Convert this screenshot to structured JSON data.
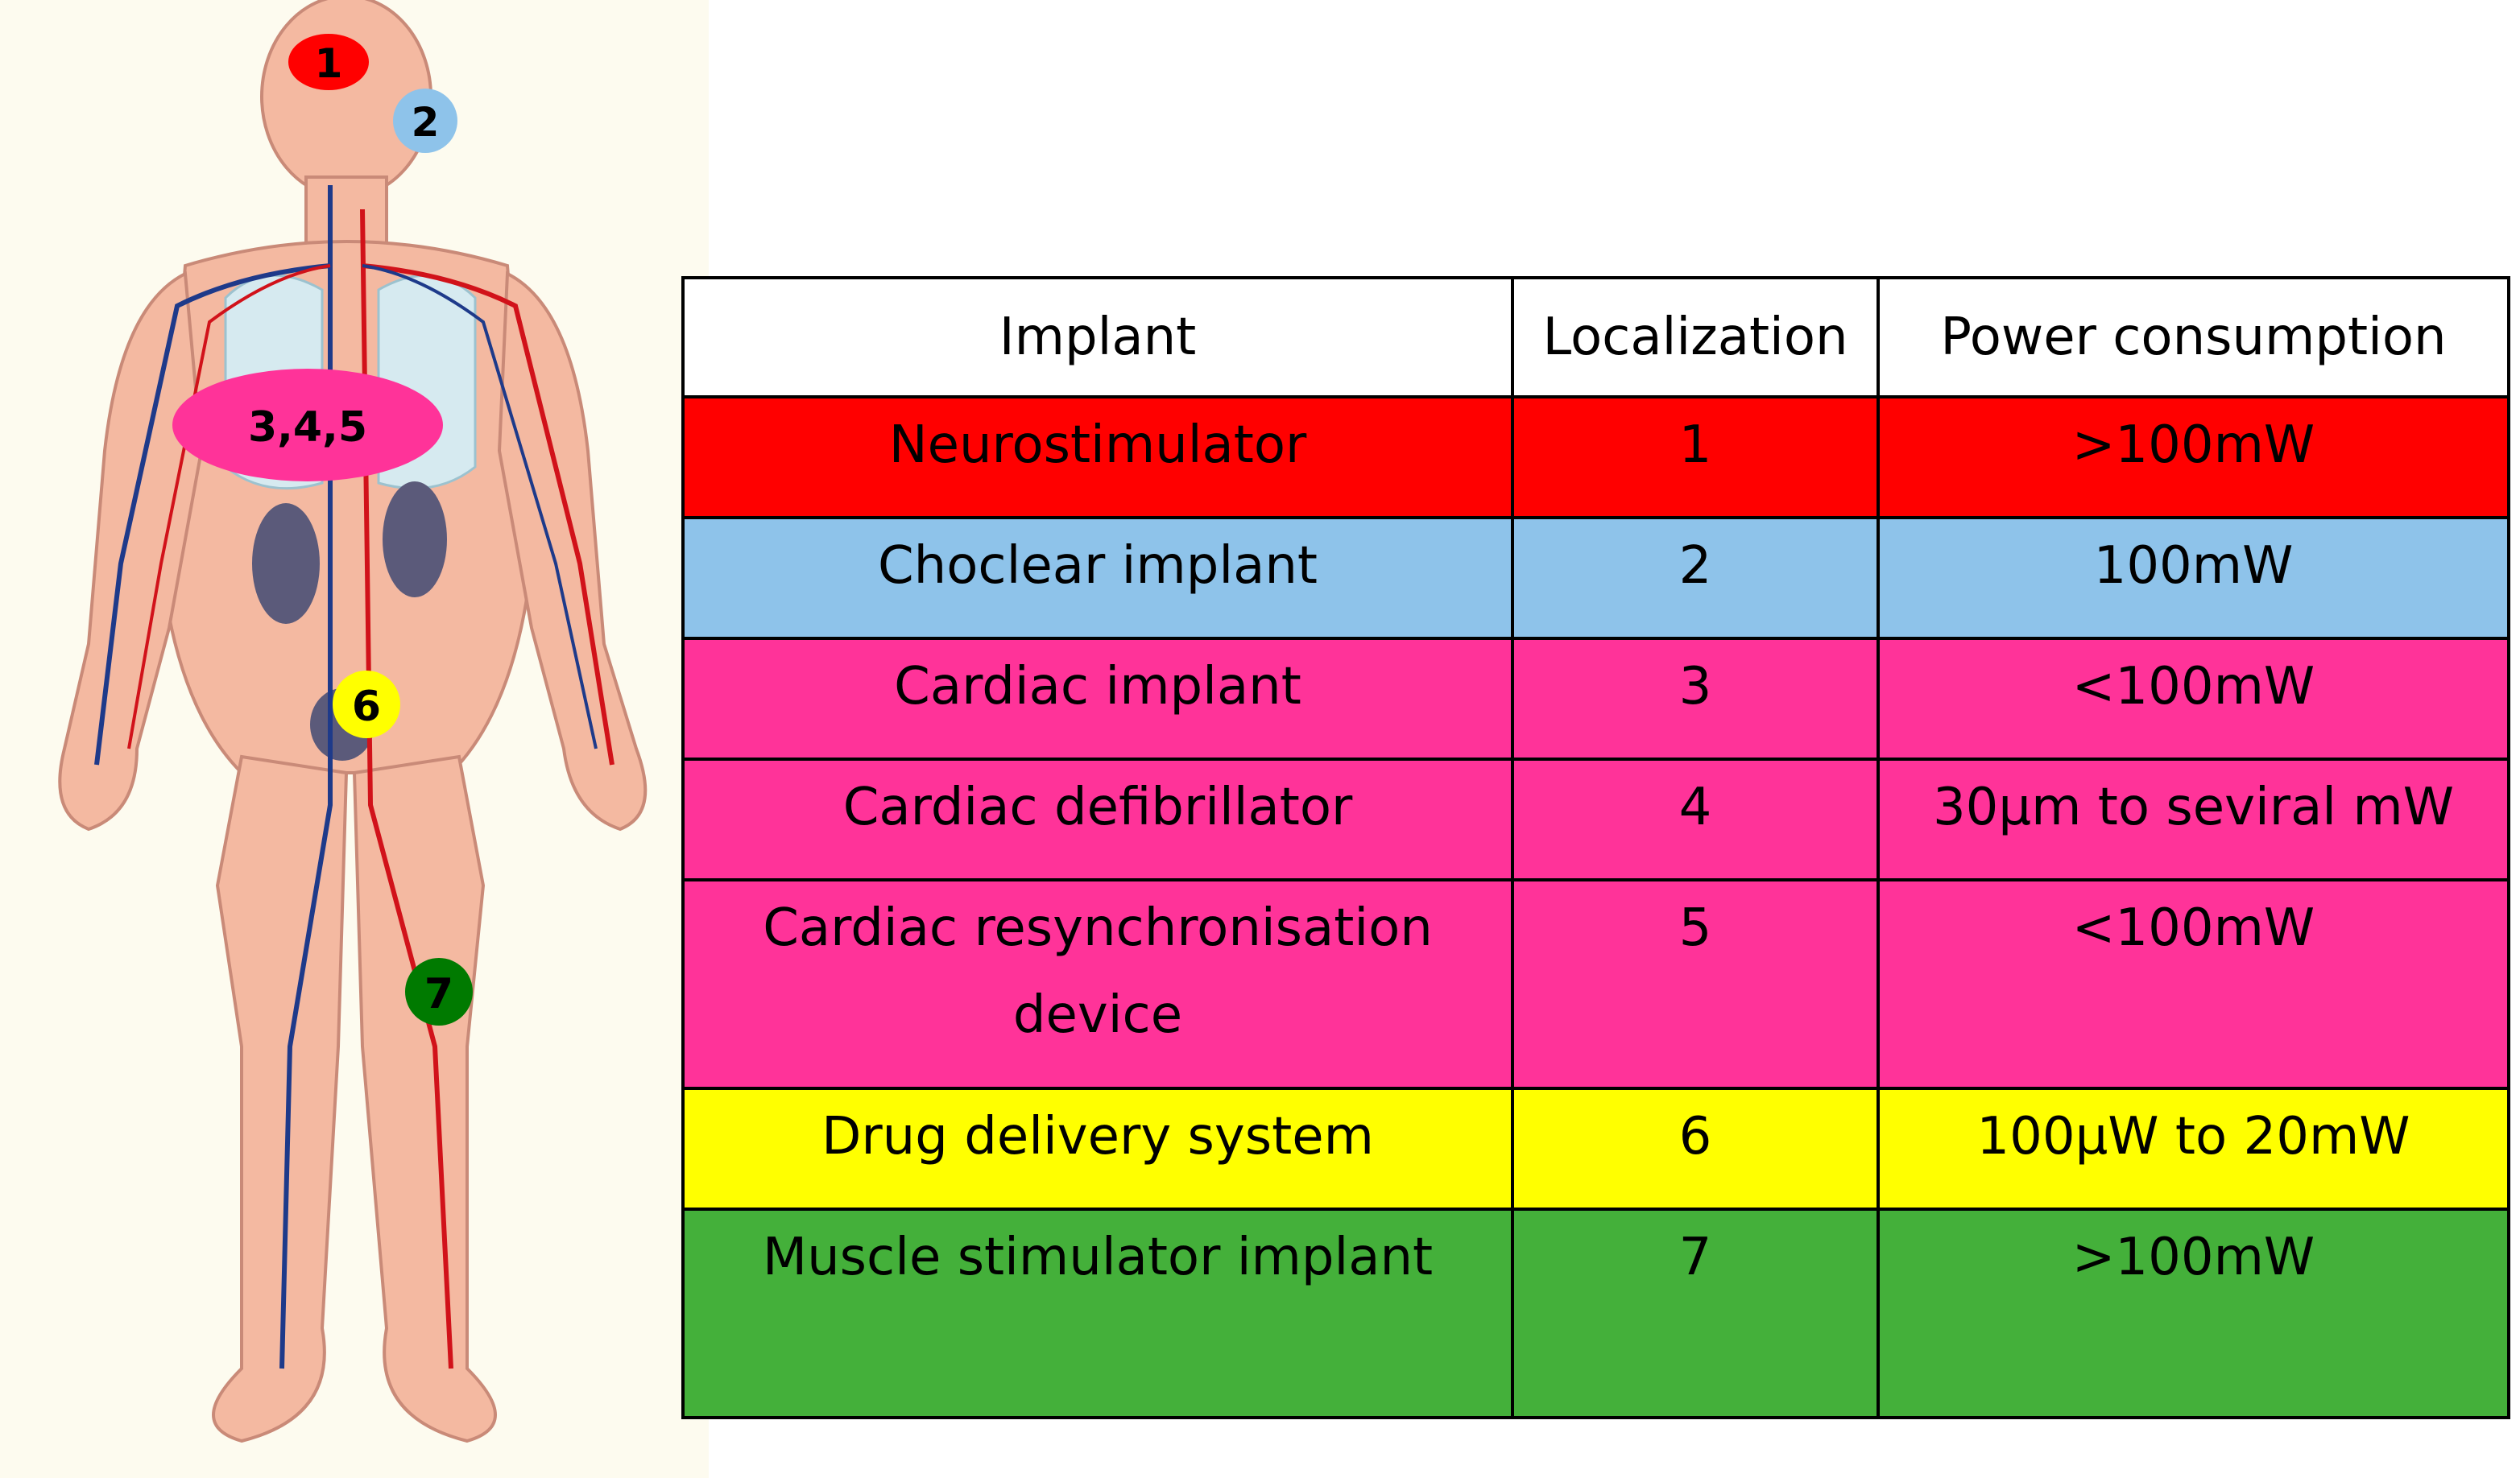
{
  "markers": [
    {
      "label": "1",
      "color": "#ff0000"
    },
    {
      "label": "2",
      "color": "#8ec3ea"
    },
    {
      "label": "3,4,5",
      "color": "#ff3399"
    },
    {
      "label": "6",
      "color": "#ffff00"
    },
    {
      "label": "7",
      "color": "#007a00"
    }
  ],
  "table": {
    "headers": [
      "Implant",
      "Localization",
      "Power consumption"
    ],
    "rows": [
      {
        "implant": "Neurostimulator",
        "localization": "1",
        "power": ">100mW",
        "color": "#ff0000"
      },
      {
        "implant": "Choclear implant",
        "localization": "2",
        "power": "100mW",
        "color": "#8ec3ea"
      },
      {
        "implant": "Cardiac implant",
        "localization": "3",
        "power": "<100mW",
        "color": "#ff3399"
      },
      {
        "implant": "Cardiac defibrillator",
        "localization": "4",
        "power": "30µm to seviral mW",
        "color": "#ff3399"
      },
      {
        "implant": "Cardiac resynchronisation device",
        "localization": "5",
        "power": "<100mW",
        "color": "#ff3399"
      },
      {
        "implant": "Drug delivery system",
        "localization": "6",
        "power": "100µW to 20mW",
        "color": "#ffff00"
      },
      {
        "implant": "Muscle stimulator implant",
        "localization": "7",
        "power": ">100mW",
        "color": "#44b03a"
      }
    ]
  }
}
